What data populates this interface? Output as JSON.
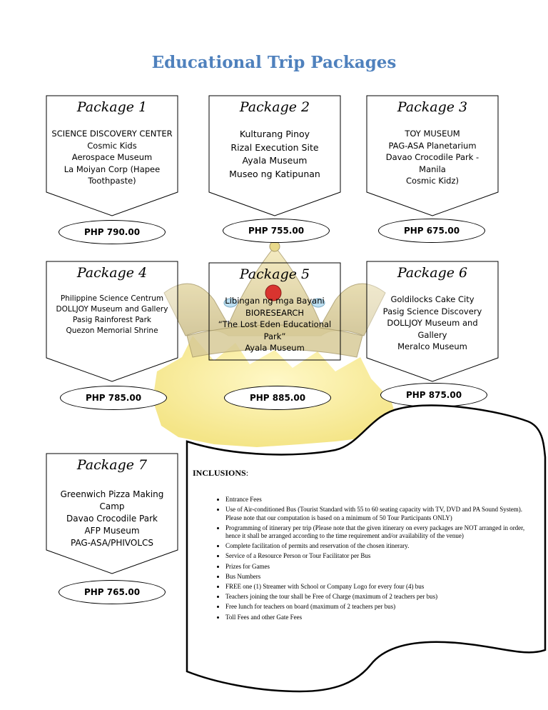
{
  "title": "Educational Trip Packages",
  "packages": [
    {
      "title": "Package 1",
      "lines": [
        "SCIENCE DISCOVERY CENTER",
        "Cosmic Kids",
        "Aerospace Museum",
        "La Moiyan Corp (Hapee",
        "Toothpaste)"
      ],
      "price": "PHP 790.00"
    },
    {
      "title": "Package 2",
      "lines": [
        "Kulturang Pinoy",
        "Rizal Execution Site",
        "Ayala Museum",
        "Museo ng Katipunan"
      ],
      "price": "PHP 755.00"
    },
    {
      "title": "Package 3",
      "lines": [
        "TOY MUSEUM",
        "PAG-ASA Planetarium",
        "Davao Crocodile Park -",
        "Manila",
        "Cosmic Kidz)"
      ],
      "price": "PHP 675.00"
    },
    {
      "title": "Package 4",
      "lines": [
        "Philippine Science Centrum",
        "DOLLJOY Museum and Gallery",
        "Pasig Rainforest Park",
        "Quezon Memorial Shrine"
      ],
      "price": "PHP 785.00"
    },
    {
      "title": "Package 5",
      "lines": [
        "Libingan ng mga Bayani",
        "BIORESEARCH",
        "“The Lost Eden Educational",
        "Park”",
        "Ayala Museum"
      ],
      "price": "PHP 885.00"
    },
    {
      "title": "Package 6",
      "lines": [
        "Goldilocks Cake City",
        "Pasig Science Discovery",
        "DOLLJOY Museum and",
        "Gallery",
        "Meralco Museum"
      ],
      "price": "PHP 875.00"
    },
    {
      "title": "Package 7",
      "lines": [
        "Greenwich Pizza Making",
        "Camp",
        "Davao Crocodile Park",
        "AFP Museum",
        "PAG-ASA/PHIVOLCS"
      ],
      "price": "PHP 765.00"
    }
  ],
  "inclusions": {
    "heading": "INCLUSIONS",
    "heading_suffix": ":",
    "items": [
      "Entrance Fees",
      "Use of Air-conditioned Bus (Tourist Standard with 55 to 60 seating capacity with TV, DVD and PA Sound System). Please note that our computation is based on a minimum of 50 Tour Participants ONLY)",
      "Programming of itinerary per trip (Please note that the given itinerary on every packages are NOT arranged in order, hence it shall be arranged according to the time requirement and/or availability of the venue)",
      "Complete facilitation of permits and reservation of the chosen itinerary.",
      "Service of a Resource Person or Tour Facilitator per Bus",
      "Prizes for Games",
      "Bus Numbers",
      "FREE one (1) Streamer with School or Company Logo for every four (4) bus",
      "Teachers joining the tour shall be Free of Charge (maximum of 2 teachers per bus)",
      "Free lunch for teachers on board (maximum of 2 teachers per bus)",
      "Toll Fees and other Gate Fees"
    ]
  }
}
